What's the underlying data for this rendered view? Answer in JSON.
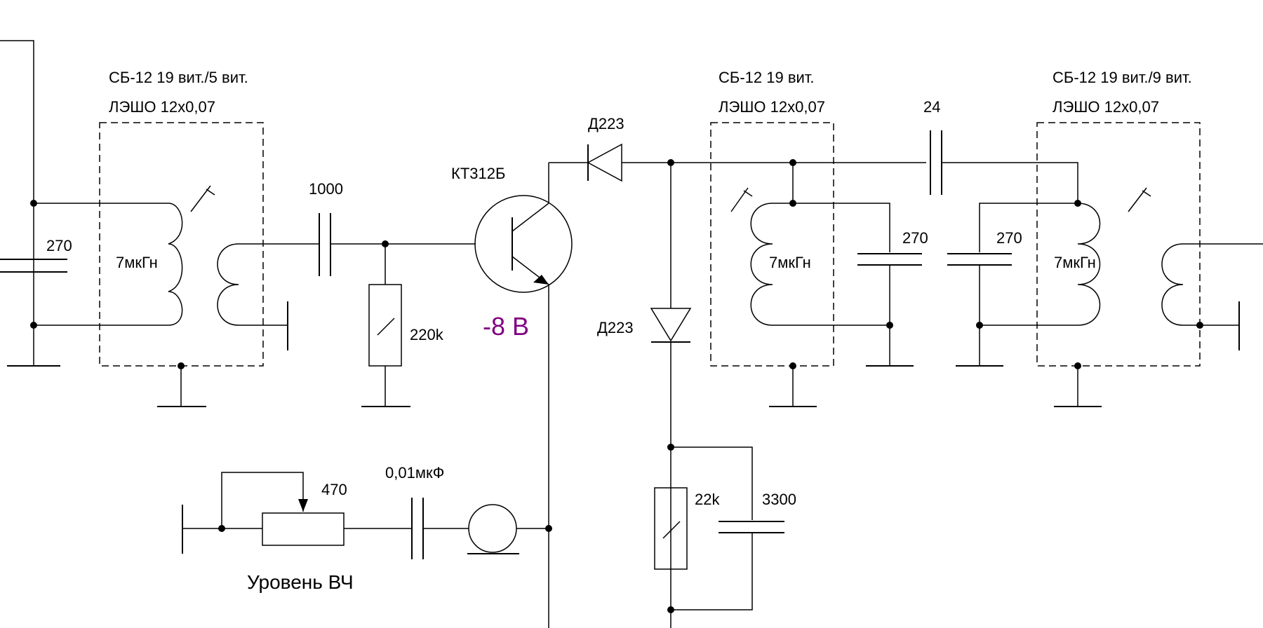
{
  "coil1": {
    "core": "СБ-12 19 вит./5 вит.",
    "wire": "ЛЭШО 12x0,07",
    "inductance": "7мкГн"
  },
  "coil2": {
    "core": "СБ-12 19 вит.",
    "wire": "ЛЭШО 12x0,07",
    "inductance": "7мкГн"
  },
  "coil3": {
    "core": "СБ-12 19 вит./9 вит.",
    "wire": "ЛЭШО 12x0,07",
    "inductance": "7мкГн"
  },
  "capacitors": {
    "c_input": "270",
    "c_coupling": "1000",
    "c_tank2": "270",
    "c_tank3": "270",
    "c_link": "24",
    "c_output": "0,01мкФ",
    "c_filter": "3300"
  },
  "resistors": {
    "r_base": "220k",
    "r_load": "22k",
    "r_level": "470"
  },
  "transistor": "КТ312Б",
  "diodes": {
    "d_series": "Д223",
    "d_shunt": "Д223"
  },
  "supply": "-8 В",
  "level_label": "Уровень ВЧ",
  "colors": {
    "supply": "#800080",
    "lines": "#000000"
  }
}
